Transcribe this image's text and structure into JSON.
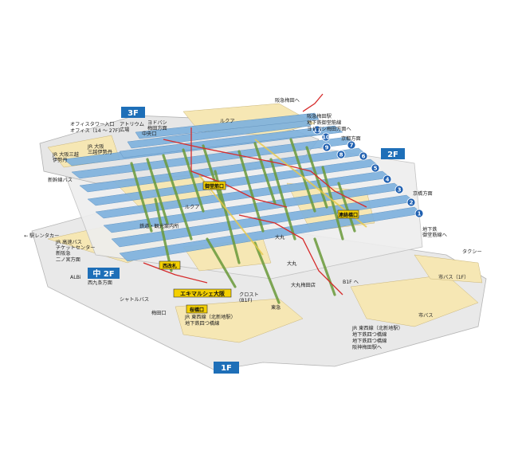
{
  "floors": {
    "f3": "3F",
    "f2": "2F",
    "mid2f": "中 2F",
    "f1": "1F"
  },
  "labels": {
    "office_entrance": "オフィスタワー入口",
    "office_floors": "オフィス（14 ～ 27F）",
    "atrium_square": "アトリウム\n広場",
    "yodobashi_umeda": "ヨドバシ\n梅田方面",
    "naka_exit": "中央口",
    "lucua_top": "ルクア",
    "hankyu_umeda_ext": "阪急梅田へ",
    "hankyu_umeda_station": "阪急梅田駅",
    "subway_midosuji": "地下鉄御堂筋線",
    "yodobashi_to": "ヨドバシ梅田方面へ",
    "kyoto_direction": "京都方面",
    "jr_osaka_sanban": "JR 大阪三越\n伊勢丹",
    "jr_osaka": "JR 大阪\n三越伊勢丹",
    "shinkansen_bus": "新幹線バス",
    "rent_a_car": "← 駅レンタカー",
    "jr_highway_bus": "JR 高速バス\nチケットセンター",
    "shin_hankyu_left": "新阪急",
    "nishimon_top": "二ノ宮方面",
    "albi": "ALBi",
    "nishimaru_direction": "西九条方面",
    "shuttle_bus": "シャトルバス",
    "lucua_mid": "ルクア",
    "tetsudo_info": "鉄道・観光案内所",
    "daimaru_lower": "大丸",
    "kyobashi_direction": "京橋方面",
    "subway_midosuji_right": "地下鉄\n御堂筋線へ",
    "cross_1f": "クロスト\n(B1F)",
    "daimaru_umeda": "大丸梅田店",
    "b1f_to": "B1F へ",
    "jr_tozai": "JR 東西線（北新地駅）",
    "subway_yotsubashi": "地下鉄四つ橋線",
    "hanshin_umeda": "阪神梅田駅へ",
    "city_bus_right": "市バス（1F）",
    "city_bus_bottom": "市バス",
    "ekimarche": "エキマルシェ大阪",
    "subway_yotsubashi_bottom": "地下鉄四つ橋線",
    "jr_tozai_bottom": "JR 東西線（北新地駅）",
    "subway_yotsubashi_2": "地下鉄四つ橋線",
    "hanshin_umeda_bottom": "阪神梅田駅へ",
    "ikeda_bottom": "梅田口",
    "jr_tozai_small": "JR 東西線（北新地駅）",
    "subway_small": "地下鉄四つ橋線",
    "daimaru_top": "大丸",
    "tanba_building": "東急",
    "sakura_bashi": "桜橋口",
    "nishi_kaisatsu": "西改札",
    "midosuji_kaisatsu": "御堂筋口",
    "renraku_kaisatsu": "連絡橋口",
    "jr_taxi": "タクシー"
  },
  "track_numbers": [
    "1",
    "2",
    "3",
    "4",
    "5",
    "6",
    "7",
    "8",
    "9",
    "10",
    "11"
  ],
  "colors": {
    "platform_blue": "#7fb2de",
    "floor_yellow": "#f6e7b4",
    "floor_grey": "#dcdcdc",
    "escalator_green": "#6a9a3a",
    "route_red": "#d62b2b",
    "badge_blue": "#1e6fb8",
    "tag_yellow": "#f4d000"
  }
}
